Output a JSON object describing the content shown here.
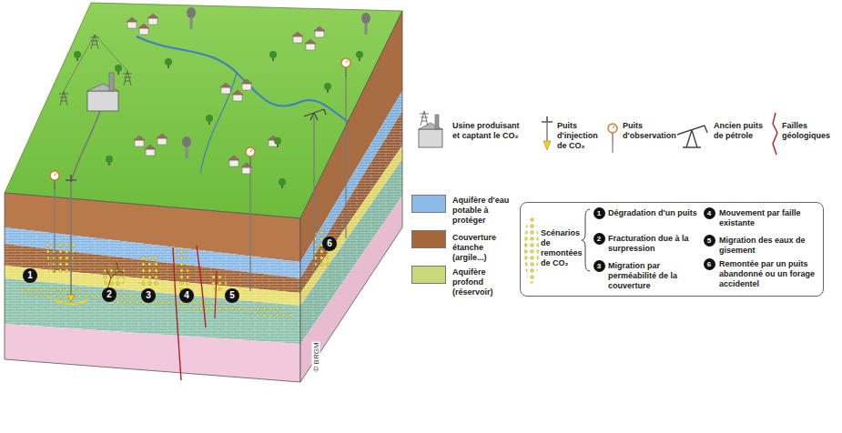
{
  "diagram": {
    "nodes": [
      {
        "text": [
          "Scénarios de remontées de CO₂",
          "Dégradation d'un puits",
          "Fracturation due à la surpression",
          "Migration par perméabilité de la couverture",
          "Mouvement par faille existante",
          "Migration des eaux de gisement",
          "Remontée par un puits abandonné ou un forage accidentel"
        ]
      }
    ],
    "labels": [
      "1",
      "2",
      "3",
      "4",
      "5",
      "6",
      "1",
      "2",
      "3",
      "4",
      "5",
      "6",
      "© BRGM"
    ],
    "legend": [
      {
        "text": "Usine produisant et captant le CO₂"
      },
      {
        "text": "Puits d'injection de CO₂"
      },
      {
        "text": "Puits d'observation"
      },
      {
        "text": "Ancien puits de pétrole"
      },
      {
        "text": "Failles géologiques"
      },
      {
        "text": "Aquifère d'eau potable à protéger",
        "color": "#8bbbe6"
      },
      {
        "text": "Couverture étanche (argile...)",
        "color": "#a4673a"
      },
      {
        "text": "Aquifère profond (réservoir)",
        "color": "#c9d87a"
      }
    ]
  }
}
